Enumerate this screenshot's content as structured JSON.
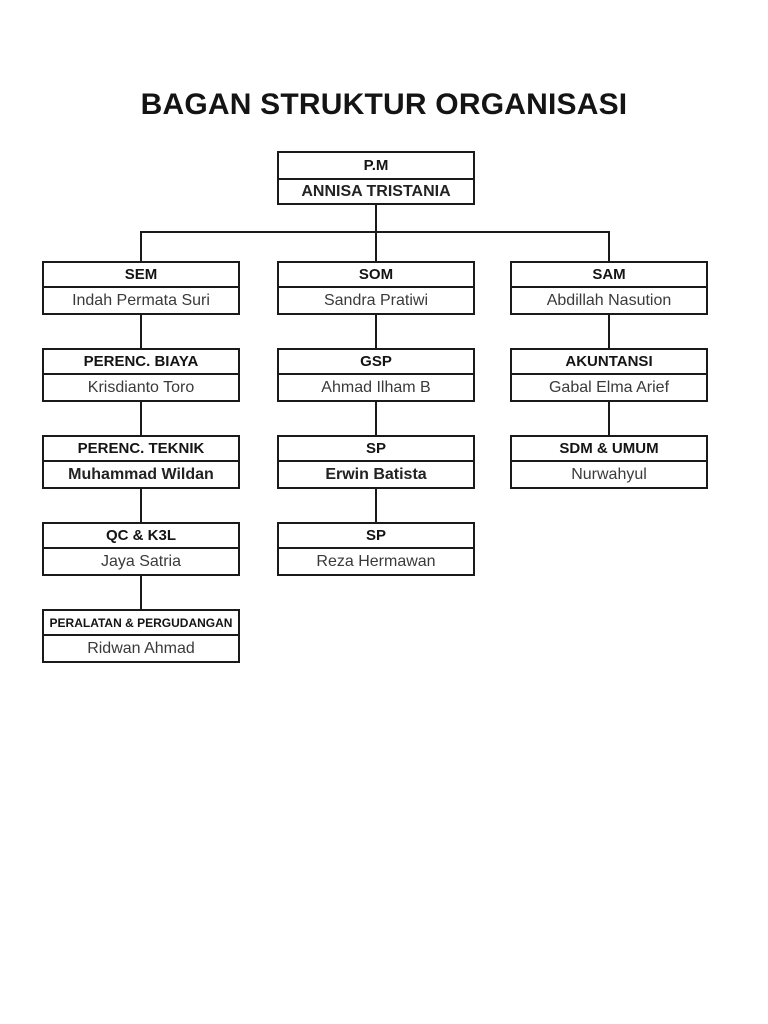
{
  "title": "BAGAN STRUKTUR ORGANISASI",
  "colors": {
    "background": "#ffffff",
    "line": "#1a1a1a",
    "heading_text": "#141414",
    "name_text": "#3a3a3a"
  },
  "org": {
    "root": {
      "title": "P.M",
      "name": "ANNISA TRISTANIA",
      "name_bold": true
    },
    "columns": [
      {
        "nodes": [
          {
            "title": "SEM",
            "name": "Indah Permata Suri",
            "name_bold": false
          },
          {
            "title": "PERENC. BIAYA",
            "name": "Krisdianto Toro",
            "name_bold": false
          },
          {
            "title": "PERENC. TEKNIK",
            "name": "Muhammad Wildan",
            "name_bold": true
          },
          {
            "title": "QC & K3L",
            "name": "Jaya Satria",
            "name_bold": false
          },
          {
            "title": "PERALATAN & PERGUDANGAN",
            "name": "Ridwan Ahmad",
            "name_bold": false
          }
        ]
      },
      {
        "nodes": [
          {
            "title": "SOM",
            "name": "Sandra Pratiwi",
            "name_bold": false
          },
          {
            "title": "GSP",
            "name": "Ahmad Ilham B",
            "name_bold": false
          },
          {
            "title": "SP",
            "name": "Erwin Batista",
            "name_bold": true
          },
          {
            "title": "SP",
            "name": "Reza Hermawan",
            "name_bold": false
          }
        ]
      },
      {
        "nodes": [
          {
            "title": "SAM",
            "name": "Abdillah Nasution",
            "name_bold": false
          },
          {
            "title": "AKUNTANSI",
            "name": "Gabal Elma Arief",
            "name_bold": false
          },
          {
            "title": "SDM & UMUM",
            "name": "Nurwahyul",
            "name_bold": false
          }
        ]
      }
    ]
  }
}
